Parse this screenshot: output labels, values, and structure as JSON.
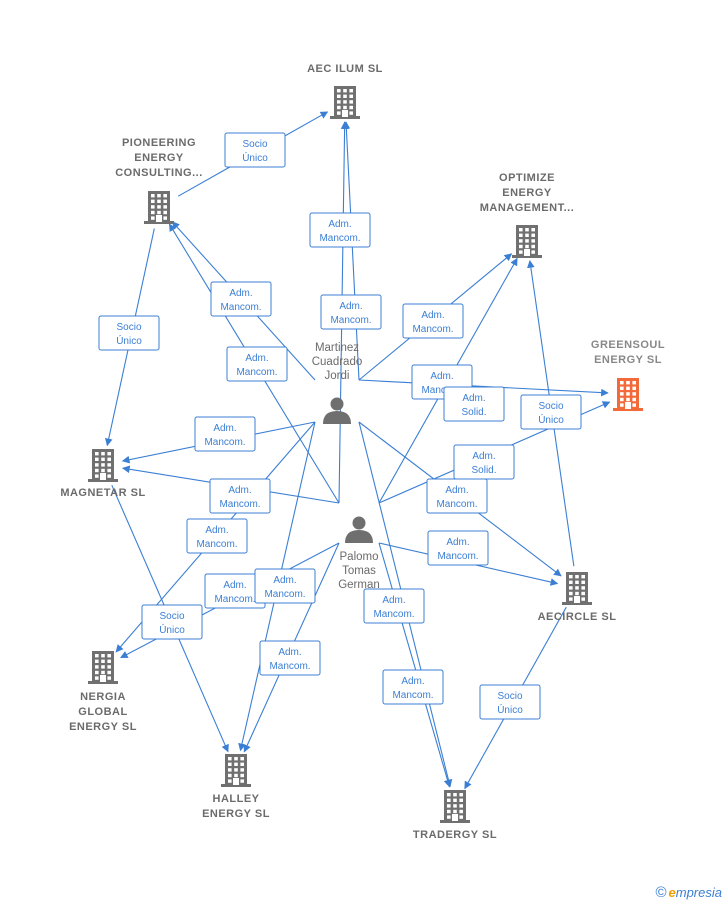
{
  "companies": [
    {
      "id": "aec",
      "lines": [
        "AEC ILUM  SL"
      ],
      "highlight": false
    },
    {
      "id": "pioneering",
      "lines": [
        "PIONEERING",
        "ENERGY",
        "CONSULTING..."
      ],
      "highlight": false
    },
    {
      "id": "optimize",
      "lines": [
        "OPTIMIZE",
        "ENERGY",
        "MANAGEMENT..."
      ],
      "highlight": false
    },
    {
      "id": "greensoul",
      "lines": [
        "GREENSOUL",
        "ENERGY  SL"
      ],
      "highlight": true
    },
    {
      "id": "magnetar",
      "lines": [
        "MAGNETAR  SL"
      ],
      "highlight": false
    },
    {
      "id": "aecircle",
      "lines": [
        "AECIRCLE  SL"
      ],
      "highlight": false
    },
    {
      "id": "nergia",
      "lines": [
        "NERGIA",
        "GLOBAL",
        "ENERGY  SL"
      ],
      "highlight": false
    },
    {
      "id": "halley",
      "lines": [
        "HALLEY",
        "ENERGY  SL"
      ],
      "highlight": false
    },
    {
      "id": "tradergy",
      "lines": [
        "TRADERGY  SL"
      ],
      "highlight": false
    }
  ],
  "persons": [
    {
      "id": "martinez",
      "lines": [
        "Martinez",
        "Cuadrado",
        "Jordi"
      ]
    },
    {
      "id": "palomo",
      "lines": [
        "Palomo",
        "Tomas",
        "German"
      ]
    }
  ],
  "relations": [
    {
      "from": "pioneering",
      "to": "aec",
      "label": [
        "Socio",
        "Único"
      ]
    },
    {
      "from": "martinez",
      "to": "aec",
      "label": [
        "Adm.",
        "Mancom."
      ]
    },
    {
      "from": "palomo",
      "to": "aec",
      "label": [
        "Adm.",
        "Mancom."
      ]
    },
    {
      "from": "martinez",
      "to": "pioneering",
      "label": [
        "Adm.",
        "Mancom."
      ]
    },
    {
      "from": "palomo",
      "to": "pioneering",
      "label": [
        "Adm.",
        "Mancom."
      ]
    },
    {
      "from": "pioneering",
      "to": "magnetar",
      "label": [
        "Socio",
        "Único"
      ]
    },
    {
      "from": "martinez",
      "to": "optimize",
      "label": [
        "Adm.",
        "Mancom."
      ]
    },
    {
      "from": "palomo",
      "to": "optimize",
      "label": [
        "Adm.",
        "Mancom."
      ]
    },
    {
      "from": "martinez",
      "to": "greensoul",
      "label": [
        "Adm.",
        "Solid."
      ]
    },
    {
      "from": "aecircle",
      "to": "optimize",
      "label": [
        "Socio",
        "Único"
      ]
    },
    {
      "from": "palomo",
      "to": "greensoul",
      "label": [
        "Adm.",
        "Solid."
      ]
    },
    {
      "from": "martinez",
      "to": "magnetar",
      "label": [
        "Adm.",
        "Mancom."
      ]
    },
    {
      "from": "palomo",
      "to": "magnetar",
      "label": [
        "Adm.",
        "Mancom."
      ]
    },
    {
      "from": "martinez",
      "to": "aecircle",
      "label": [
        "Adm.",
        "Mancom."
      ]
    },
    {
      "from": "palomo",
      "to": "aecircle",
      "label": [
        "Adm.",
        "Mancom."
      ]
    },
    {
      "from": "martinez",
      "to": "nergia",
      "label": [
        "Adm.",
        "Mancom."
      ]
    },
    {
      "from": "palomo",
      "to": "nergia",
      "label": [
        "Adm.",
        "Mancom."
      ]
    },
    {
      "from": "magnetar",
      "to": "halley",
      "label": [
        "Socio",
        "Único"
      ]
    },
    {
      "from": "martinez",
      "to": "halley",
      "label": [
        "Adm.",
        "Mancom."
      ]
    },
    {
      "from": "palomo",
      "to": "halley",
      "label": [
        "Adm.",
        "Mancom."
      ]
    },
    {
      "from": "martinez",
      "to": "tradergy",
      "label": [
        "Adm.",
        "Mancom."
      ]
    },
    {
      "from": "palomo",
      "to": "tradergy",
      "label": [
        "Adm.",
        "Mancom."
      ]
    },
    {
      "from": "aecircle",
      "to": "tradergy",
      "label": [
        "Socio",
        "Único"
      ]
    }
  ],
  "colors": {
    "edge": "#3b7fd4",
    "building": "#707070",
    "highlight": "#f26a3a",
    "person": "#6f6f6f"
  },
  "icons": {
    "company": "building-icon",
    "person": "person-icon",
    "copyright": "copyright-icon"
  },
  "footer": {
    "copyright": "©",
    "brand_initial": "e",
    "brand_rest": "mpresia"
  }
}
